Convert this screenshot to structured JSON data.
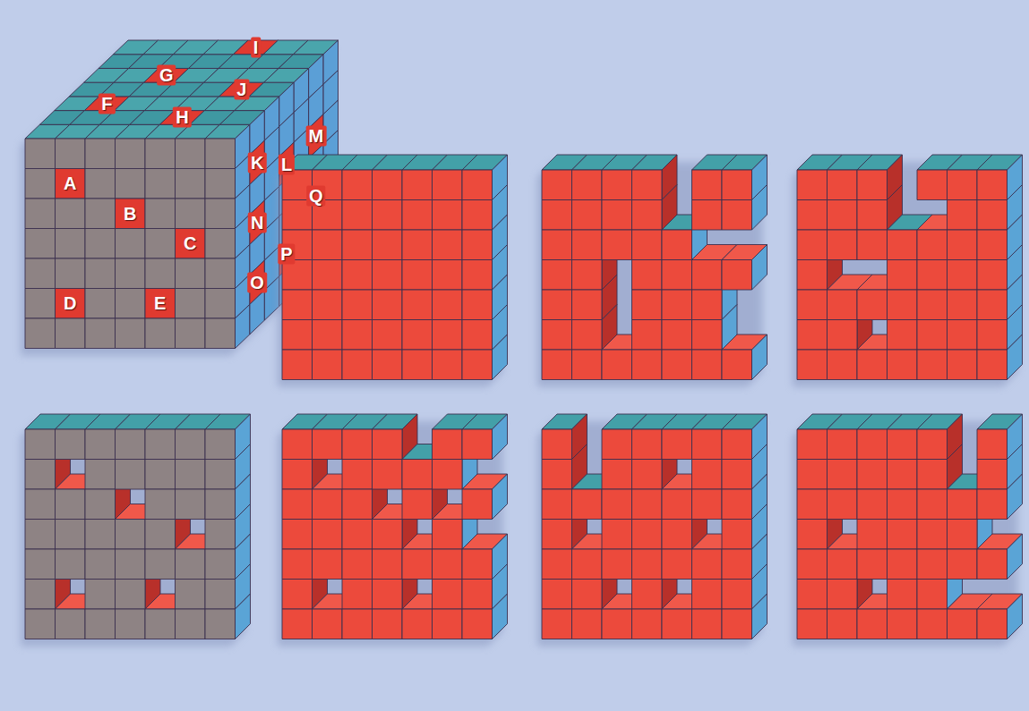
{
  "diagram": {
    "labels": [
      "A",
      "B",
      "C",
      "D",
      "E",
      "F",
      "G",
      "H",
      "I",
      "J",
      "K",
      "L",
      "M",
      "N",
      "O",
      "P",
      "Q"
    ]
  }
}
